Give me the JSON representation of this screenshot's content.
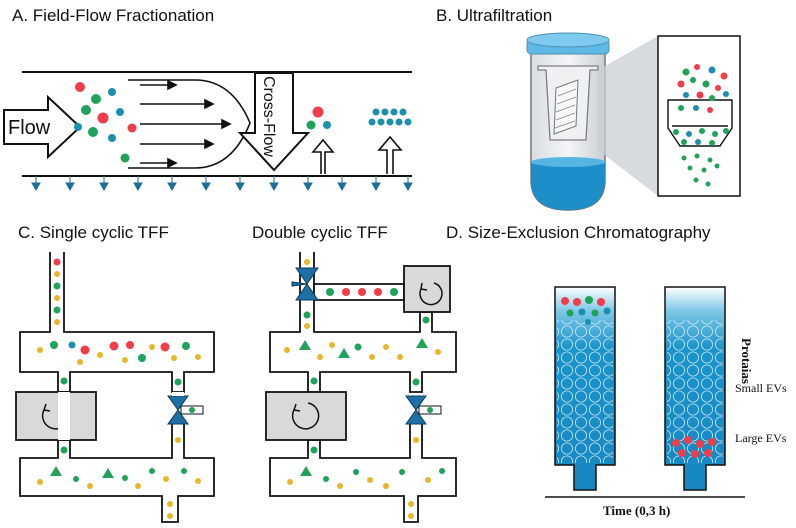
{
  "panel_a": {
    "title": "A. Field-Flow Fractionation",
    "flow_label": "Flow",
    "crossflow_label": "Cross-Flow"
  },
  "panel_b": {
    "title": "B. Ultrafiltration"
  },
  "panel_c": {
    "title_single": "C. Single cyclic TFF",
    "title_double": "Double cyclic TFF"
  },
  "panel_d": {
    "title": "D. Size-Exclusion Chromatography",
    "label_proteins": "Protaias",
    "label_small": "Small EVs",
    "label_large": "Large EVs",
    "time_label": "Time (0,3 h)"
  },
  "colors": {
    "red": "#ef3d4a",
    "green": "#1fa25a",
    "teal": "#1a8fae",
    "yellow": "#e9b52b",
    "blue_dark": "#1a7fb3",
    "valve": "#1d6fa5",
    "box": "#d9d9d9"
  }
}
